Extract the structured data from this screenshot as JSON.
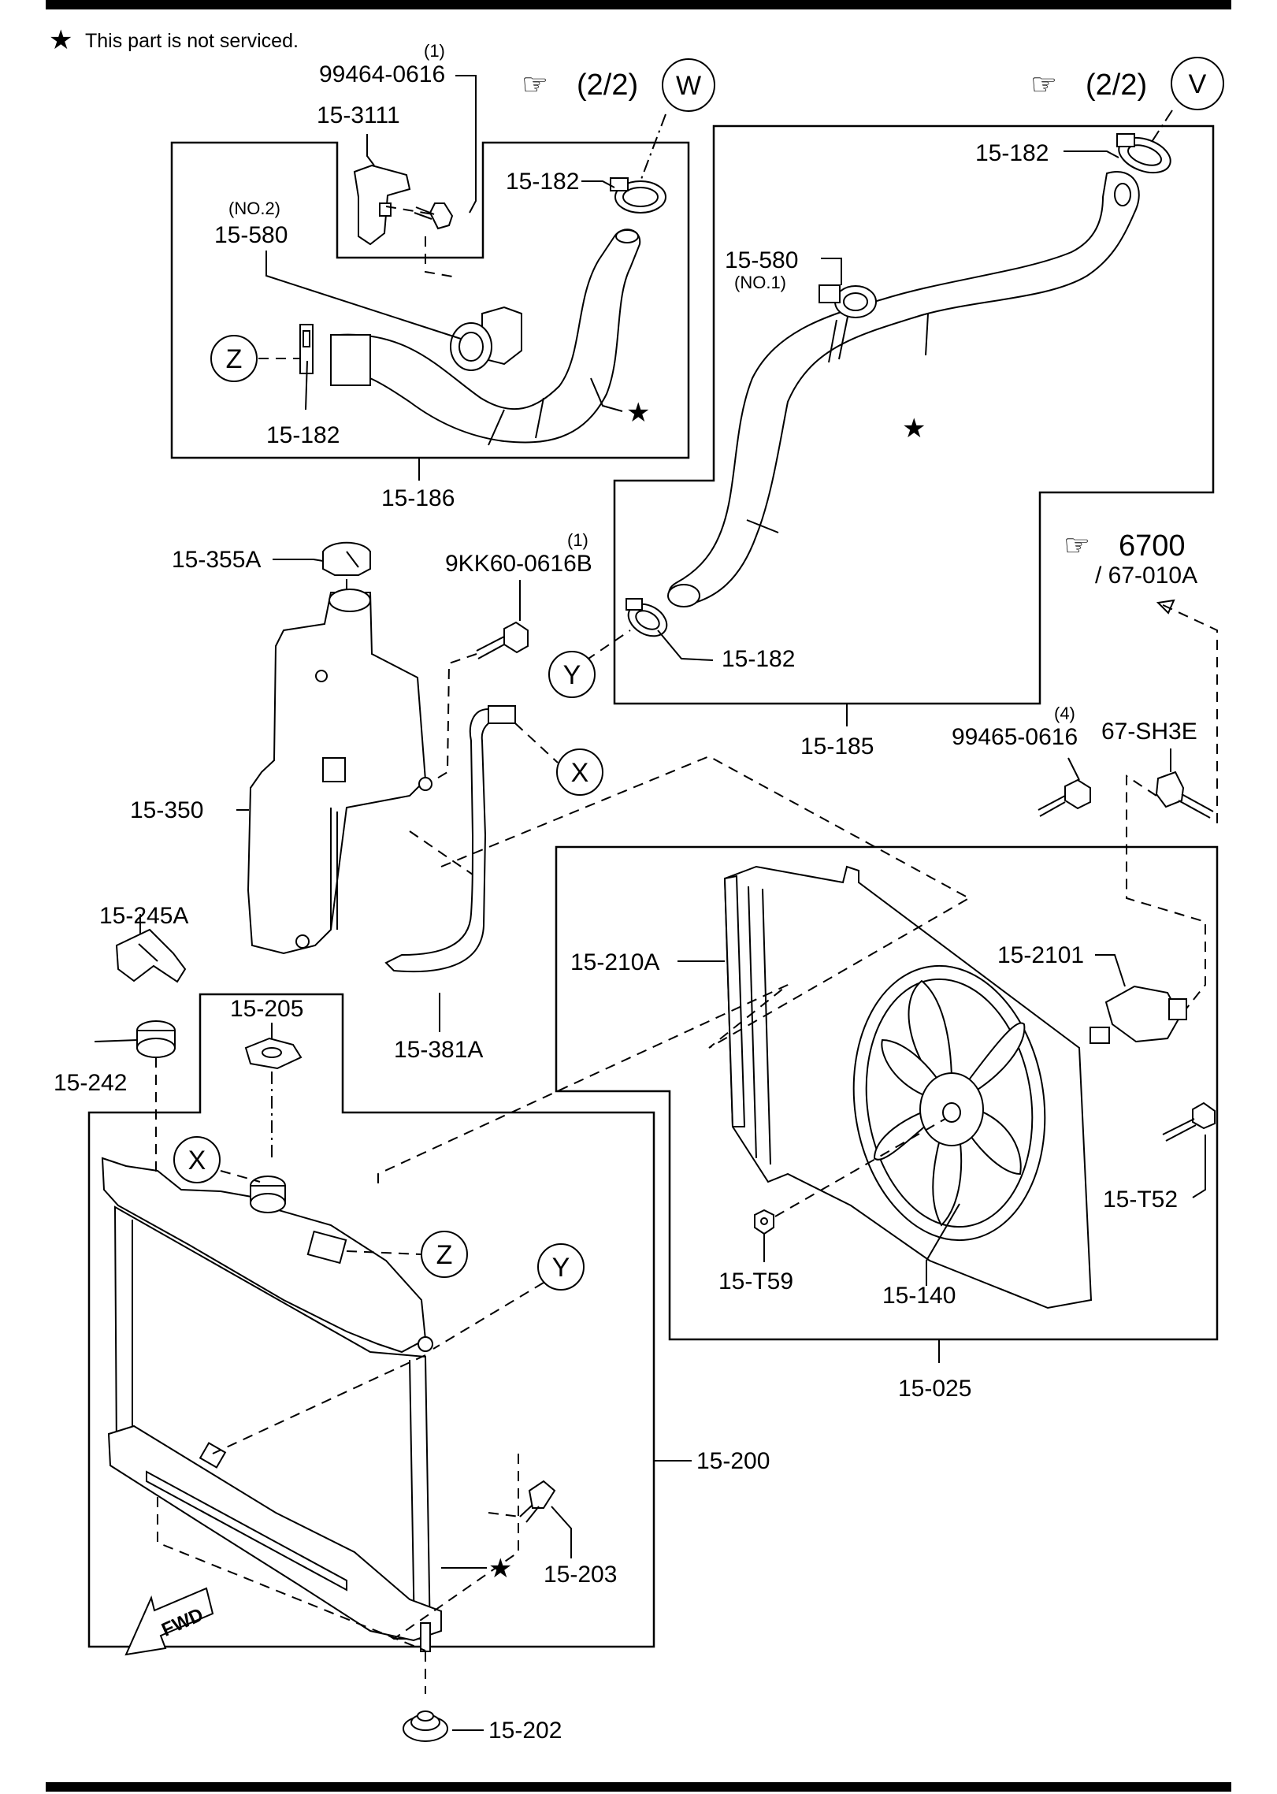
{
  "note": {
    "star_glyph": "★",
    "text": "This part is not serviced."
  },
  "references": {
    "w": {
      "glyph": "☞",
      "text": "(2/2)",
      "letter": "W"
    },
    "v": {
      "glyph": "☞",
      "text": "(2/2)",
      "letter": "V"
    },
    "group6700": {
      "glyph": "☞",
      "text": "6700",
      "sub": "/ 67-010A"
    }
  },
  "connectors": [
    "W",
    "V",
    "X",
    "Y",
    "Z"
  ],
  "star": "★",
  "labels": {
    "bolt_99464_qty": "(1)",
    "bolt_99464": "99464-0616",
    "bracket_15_3111": "15-3111",
    "clamp_15_580_no2_qty": "(NO.2)",
    "clamp_15_580_no2": "15-580",
    "clamp_15_182_a": "15-182",
    "clamp_15_182_b": "15-182",
    "clamp_15_182_c": "15-182",
    "clamp_15_182_d": "15-182",
    "hose_15_186": "15-186",
    "clamp_15_580_no1": "15-580",
    "clamp_15_580_no1_qty": "(NO.1)",
    "hose_15_185": "15-185",
    "cap_15_355a": "15-355A",
    "bolt_9kk60_qty": "(1)",
    "bolt_9kk60": "9KK60-0616B",
    "tank_15_350": "15-350",
    "clip_15_245a": "15-245A",
    "bush_15_242": "15-242",
    "hose_15_381a": "15-381A",
    "cap_15_205": "15-205",
    "bolt_99465_qty": "(4)",
    "bolt_99465": "99465-0616",
    "sensor_67_sh3e": "67-SH3E",
    "shroud_15_210a": "15-210A",
    "motor_15_2101": "15-2101",
    "screw_15_t52": "15-T52",
    "nut_15_t59": "15-T59",
    "fan_15_140": "15-140",
    "fan_assy_15_025": "15-025",
    "radiator_15_200": "15-200",
    "drain_15_203": "15-203",
    "mount_15_202": "15-202"
  },
  "fwd_arrow": "FWD"
}
